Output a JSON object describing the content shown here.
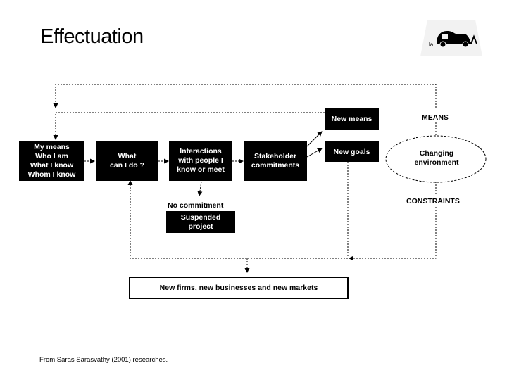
{
  "slide": {
    "title": "Effectuation",
    "footer": "From Saras Sarasvathy (2001) researches."
  },
  "logo": {
    "text": "la",
    "icon": "vehicle-logo-icon"
  },
  "boxes": {
    "my_means": "My means\nWho I am\nWhat I know\nWhom I know",
    "what_can_i_do": "What\ncan I do ?",
    "interactions": "Interactions\nwith people I\nknow or meet",
    "stakeholder": "Stakeholder\ncommitments",
    "new_means": "New means",
    "new_goals": "New goals",
    "suspended": "Suspended\nproject"
  },
  "labels": {
    "means": "MEANS",
    "constraints": "CONSTRAINTS",
    "no_commitment": "No commitment",
    "changing_env": "Changing\nenvironment"
  },
  "outcome": "New firms, new businesses and new markets",
  "colors": {
    "box_fill": "#000000",
    "box_text": "#ffffff",
    "line": "#000000"
  }
}
